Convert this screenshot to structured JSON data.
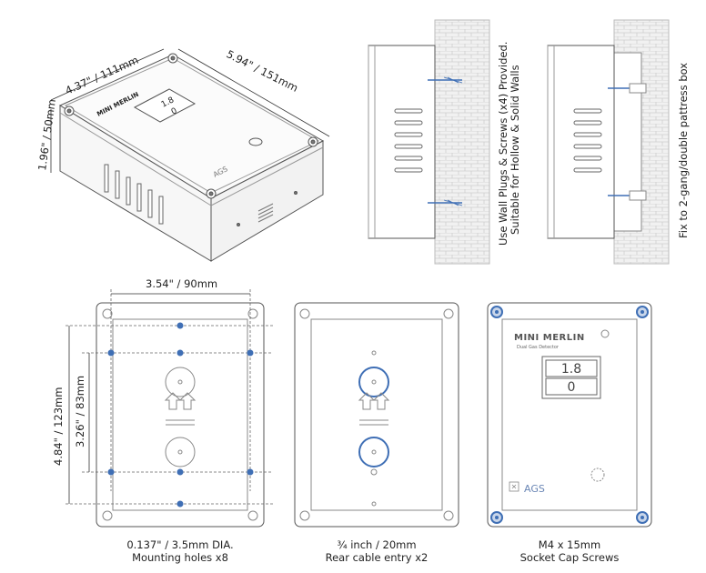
{
  "iso_view": {
    "dim_width": "4.37\" / 111mm",
    "dim_length": "5.94\" / 151mm",
    "dim_height": "1.96\" / 50mm",
    "brand_label": "MINI MERLIN",
    "display_top": "1.8",
    "display_bottom": "0",
    "logo": "AGS"
  },
  "side_views": {
    "left_note_line1": "Use Wall Plugs & Screws (x4) Provided.",
    "left_note_line2": "Suitable for Hollow & Solid Walls",
    "right_note": "Fix to 2-gang/double pattress box"
  },
  "rear_mounting": {
    "dim_width": "3.54\" / 90mm",
    "dim_outer_height": "4.84\" / 123mm",
    "dim_inner_height": "3.26\" / 83mm",
    "caption_line1": "0.137\" / 3.5mm DIA.",
    "caption_line2": "Mounting holes x8"
  },
  "rear_cable": {
    "caption_line1": "¾ inch / 20mm",
    "caption_line2": "Rear cable entry x2"
  },
  "front_view": {
    "title": "MINI MERLIN",
    "subtitle": "Dual Gas Detector",
    "display_top": "1.8",
    "display_bottom": "0",
    "logo": "AGS",
    "caption_line1": "M4 x 15mm",
    "caption_line2": "Socket Cap Screws"
  },
  "colors": {
    "accent": "#3f6fb5",
    "line": "#555555",
    "wall": "#e8e8e8"
  }
}
